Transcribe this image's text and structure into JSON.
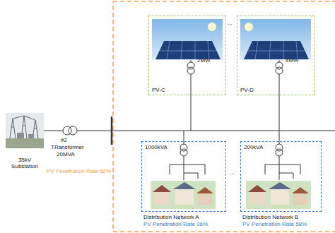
{
  "diagram": {
    "nodes": [
      {
        "text": [
          "2MW",
          "PV-C"
        ]
      },
      {
        "text": [
          "4MW",
          "PV-D"
        ]
      },
      {
        "text": [
          "1000kVA",
          "Distribution Network A",
          "PV Penetration Rate 26%"
        ]
      },
      {
        "text": [
          "200kVA",
          "Distribution Network B",
          "PV Penetration Rate 58%"
        ]
      }
    ],
    "labels": [
      "35kV Substation",
      "#2",
      "TRansformer",
      "20MVA",
      "PV Penetration Rate 52%",
      "...",
      "..."
    ]
  }
}
